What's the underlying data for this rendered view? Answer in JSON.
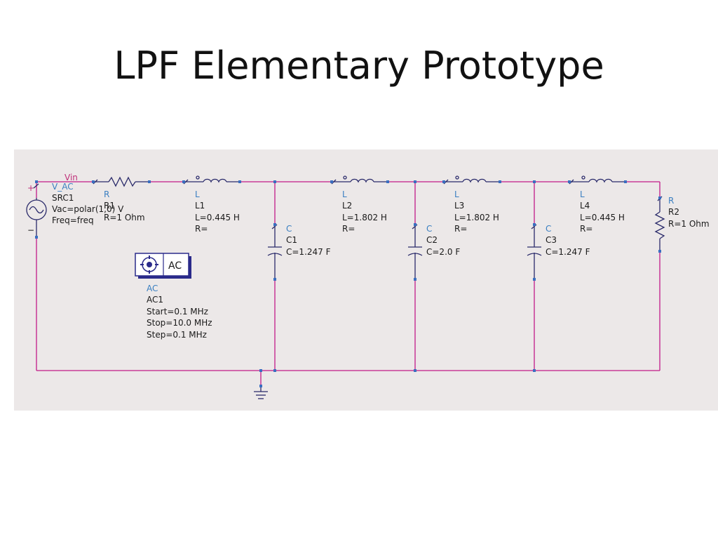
{
  "title": "LPF Elementary Prototype",
  "schematic": {
    "net_label": "Vin",
    "source": {
      "kind": "V_AC",
      "name": "SRC1",
      "vac": "Vac=polar(1,0) V",
      "freq": "Freq=freq",
      "plus": "+",
      "minus": "−"
    },
    "r1": {
      "kind": "R",
      "name": "R1",
      "value": "R=1 Ohm"
    },
    "l1": {
      "kind": "L",
      "name": "L1",
      "value": "L=0.445 H",
      "r": "R="
    },
    "c1": {
      "kind": "C",
      "name": "C1",
      "value": "C=1.247 F"
    },
    "l2": {
      "kind": "L",
      "name": "L2",
      "value": "L=1.802 H",
      "r": "R="
    },
    "c2": {
      "kind": "C",
      "name": "C2",
      "value": "C=2.0 F"
    },
    "l3": {
      "kind": "L",
      "name": "L3",
      "value": "L=1.802 H",
      "r": "R="
    },
    "c3": {
      "kind": "C",
      "name": "C3",
      "value": "C=1.247 F"
    },
    "l4": {
      "kind": "L",
      "name": "L4",
      "value": "L=0.445 H",
      "r": "R="
    },
    "r2": {
      "kind": "R",
      "name": "R2",
      "value": "R=1 Ohm"
    },
    "ac": {
      "box_label": "AC",
      "kind": "AC",
      "name": "AC1",
      "start": "Start=0.1 MHz",
      "stop": "Stop=10.0 MHz",
      "step": "Step=0.1 MHz"
    }
  },
  "colors": {
    "wire": "#c21a88",
    "component": "#2a2a6a",
    "component_kind": "#3a7fc1",
    "panel": "#ece8e8"
  }
}
